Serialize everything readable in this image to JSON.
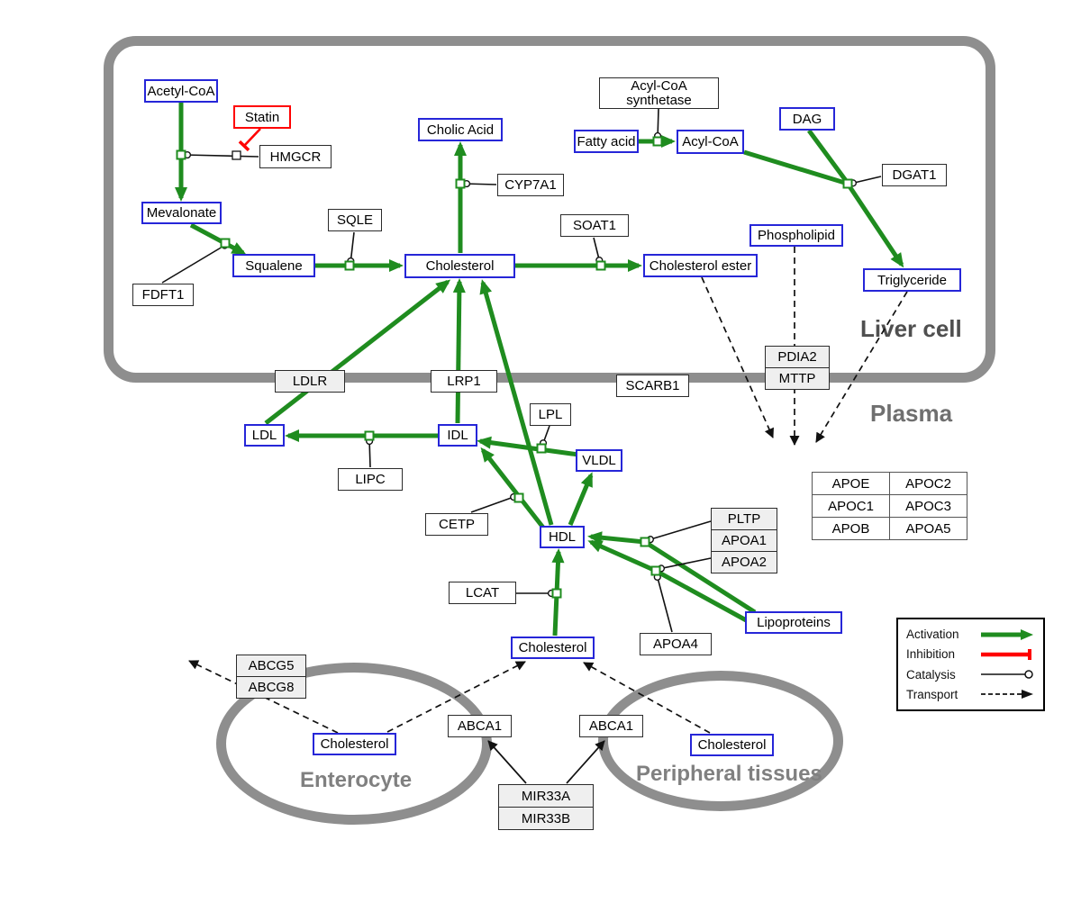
{
  "compartments": {
    "liver_label": "Liver cell",
    "plasma_label": "Plasma",
    "enterocyte_label": "Enterocyte",
    "peripheral_label": "Peripheral tissues"
  },
  "nodes": {
    "acetyl_coa": "Acetyl-CoA",
    "statin": "Statin",
    "hmgcr": "HMGCR",
    "mevalonate": "Mevalonate",
    "fdft1": "FDFT1",
    "squalene": "Squalene",
    "sqle": "SQLE",
    "cholesterol_liver": "Cholesterol",
    "cholic_acid": "Cholic Acid",
    "cyp7a1": "CYP7A1",
    "soat1": "SOAT1",
    "cholesterol_ester": "Cholesterol ester",
    "fatty_acid": "Fatty acid",
    "acyl_coa": "Acyl-CoA",
    "acs_line1": "Acyl-CoA",
    "acs_line2": "synthetase",
    "dag": "DAG",
    "dgat1": "DGAT1",
    "phospholipid": "Phospholipid",
    "triglyceride": "Triglyceride",
    "ldlr": "LDLR",
    "lrp1": "LRP1",
    "scarb1": "SCARB1",
    "pdia2": "PDIA2",
    "mttp": "MTTP",
    "ldl": "LDL",
    "idl": "IDL",
    "lpl": "LPL",
    "vldl": "VLDL",
    "lipc": "LIPC",
    "cetp": "CETP",
    "hdl": "HDL",
    "pltp": "PLTP",
    "apoa1": "APOA1",
    "apoa2": "APOA2",
    "lcat": "LCAT",
    "apoa4": "APOA4",
    "lipoproteins": "Lipoproteins",
    "cholesterol_plasma": "Cholesterol",
    "abcg5": "ABCG5",
    "abcg8": "ABCG8",
    "cholesterol_enterocyte": "Cholesterol",
    "abca1_enterocyte": "ABCA1",
    "abca1_peripheral": "ABCA1",
    "cholesterol_peripheral": "Cholesterol",
    "mir33a": "MIR33A",
    "mir33b": "MIR33B"
  },
  "apo_table": {
    "rows": [
      [
        "APOE",
        "APOC2"
      ],
      [
        "APOC1",
        "APOC3"
      ],
      [
        "APOB",
        "APOA5"
      ]
    ]
  },
  "legend": {
    "activation": "Activation",
    "inhibition": "Inhibition",
    "catalysis": "Catalysis",
    "transport": "Transport"
  },
  "colors": {
    "activation_green": "#1f8c1f",
    "inhibition_red": "#ff0000",
    "metabolite_border_blue": "#2626d8",
    "compartment_gray": "#8e8e8e"
  }
}
